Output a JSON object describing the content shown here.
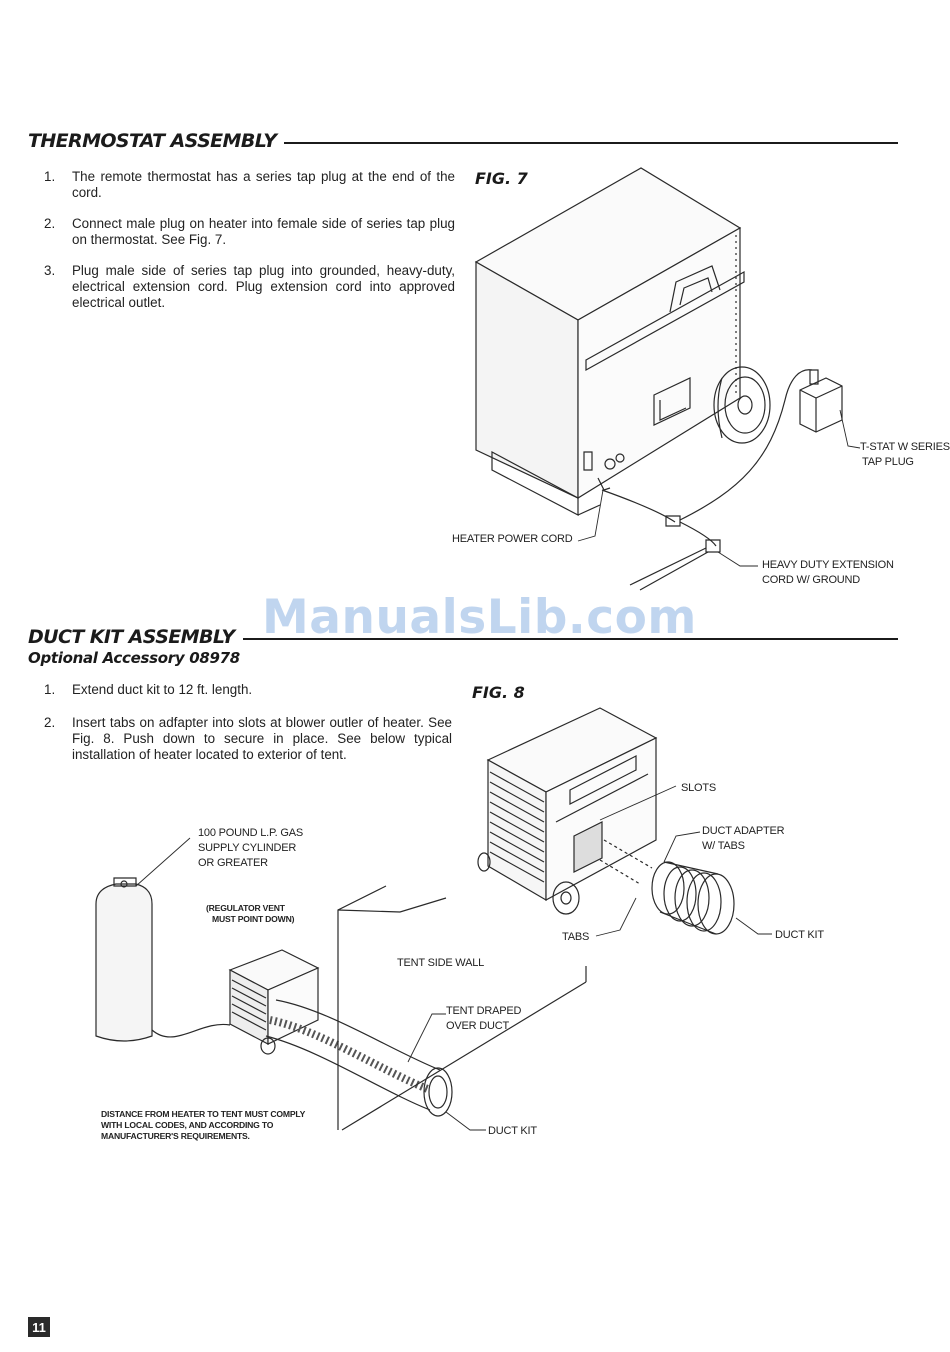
{
  "thermostat": {
    "title": "THERMOSTAT ASSEMBLY",
    "steps": [
      {
        "num": "1.",
        "text": "The remote thermostat has a series tap plug at the end of the cord."
      },
      {
        "num": "2.",
        "text": "Connect male plug on heater into female side of series tap plug on thermostat.  See Fig. 7."
      },
      {
        "num": "3.",
        "text": "Plug male side of series tap plug into grounded, heavy-duty, electrical extension cord.  Plug extension cord into approved electrical outlet."
      }
    ],
    "figure": {
      "label": "FIG. 7",
      "callouts": {
        "tstat_1": "T-STAT W SERIES",
        "tstat_2": "TAP PLUG",
        "power_cord": "HEATER POWER CORD",
        "extension_1": "HEAVY DUTY EXTENSION",
        "extension_2": "CORD W/ GROUND"
      }
    }
  },
  "watermark": "ManualsLib.com",
  "duct": {
    "title": "DUCT KIT ASSEMBLY",
    "subtitle": "Optional Accessory 08978",
    "steps": [
      {
        "num": "1.",
        "text": "Extend duct kit to 12 ft. length."
      },
      {
        "num": "2.",
        "text": "Insert tabs on adfapter into slots at blower outler of heater.  See Fig. 8.  Push down to secure in place. See below typical installation of heater located to exterior of tent."
      }
    ],
    "figure": {
      "label": "FIG. 8",
      "callouts": {
        "slots": "SLOTS",
        "adapter_1": "DUCT ADAPTER",
        "adapter_2": "W/ TABS",
        "tabs": "TABS",
        "duct_kit": "DUCT KIT"
      }
    },
    "install": {
      "cylinder_1": "100 POUND L.P. GAS",
      "cylinder_2": "SUPPLY CYLINDER",
      "cylinder_3": "OR GREATER",
      "regulator_1": "(REGULATOR VENT",
      "regulator_2": "MUST POINT DOWN)",
      "tent_wall": "TENT SIDE WALL",
      "draped_1": "TENT DRAPED",
      "draped_2": "OVER DUCT",
      "duct_kit": "DUCT KIT",
      "distance_1": "DISTANCE FROM HEATER TO TENT MUST COMPLY",
      "distance_2": "WITH LOCAL CODES, AND ACCORDING TO",
      "distance_3": "MANUFACTURER'S REQUIREMENTS."
    }
  },
  "page_number": "11"
}
